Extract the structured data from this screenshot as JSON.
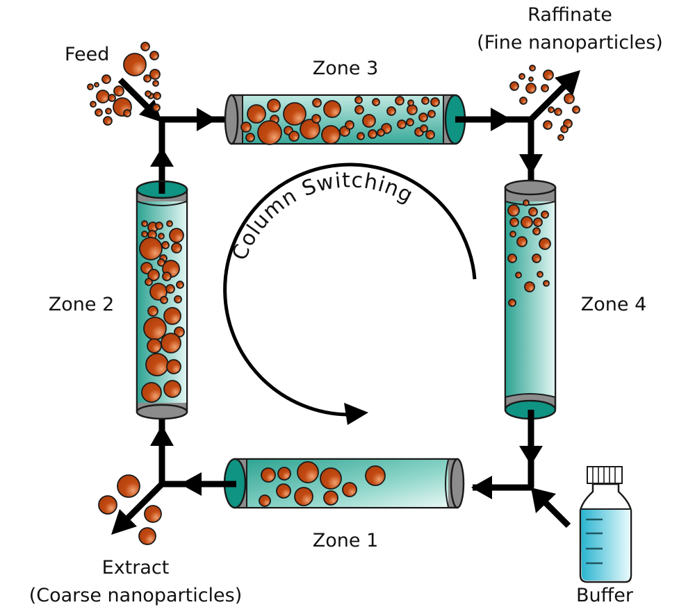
{
  "diagram": {
    "title": "Simulated moving bed nanoparticle separation",
    "labels": {
      "feed": "Feed",
      "raffinate_line1": "Raffinate",
      "raffinate_line2": "(Fine nanoparticles)",
      "extract_line1": "Extract",
      "extract_line2": "(Coarse nanoparticles)",
      "buffer": "Buffer",
      "zone1": "Zone 1",
      "zone2": "Zone 2",
      "zone3": "Zone 3",
      "zone4": "Zone 4",
      "column_switching": "Column Switching"
    },
    "colors": {
      "column_fill_dark": "#3aa99a",
      "column_fill_light": "#e2f5f2",
      "column_cap": "#8c8c8c",
      "column_end": "#0f9483",
      "particle": "#c24a12",
      "particle_highlight": "#f0a070",
      "buffer_liquid": "#29b4cf",
      "buffer_liquid_light": "#e8f8fb",
      "arrow": "#000000"
    },
    "columns": [
      {
        "zone": "Zone 3",
        "orientation": "horizontal",
        "particle_density": "high"
      },
      {
        "zone": "Zone 2",
        "orientation": "vertical",
        "particle_density": "high"
      },
      {
        "zone": "Zone 4",
        "orientation": "vertical",
        "particle_density": "low-fine"
      },
      {
        "zone": "Zone 1",
        "orientation": "horizontal",
        "particle_density": "low-coarse"
      }
    ]
  }
}
